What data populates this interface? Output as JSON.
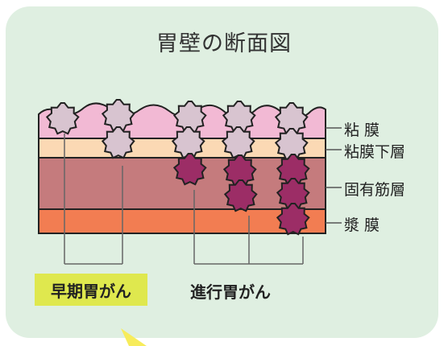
{
  "title": "胃壁の断面図",
  "layers": {
    "mucosa": "粘 膜",
    "submucosa": "粘膜下層",
    "muscularis": "固有筋層",
    "serosa": "漿 膜"
  },
  "cancer_types": {
    "early": "早期胃がん",
    "advanced": "進行胃がん"
  },
  "colors": {
    "panel": "#dfefe1",
    "mucosa": "#f2b9d4",
    "submucosa": "#fbd9b4",
    "muscularis": "#c57b7d",
    "serosa": "#f27d52",
    "early_cells": "#d8c4d0",
    "advanced_cells": "#9c2d66",
    "highlight": "#dfe84e"
  }
}
